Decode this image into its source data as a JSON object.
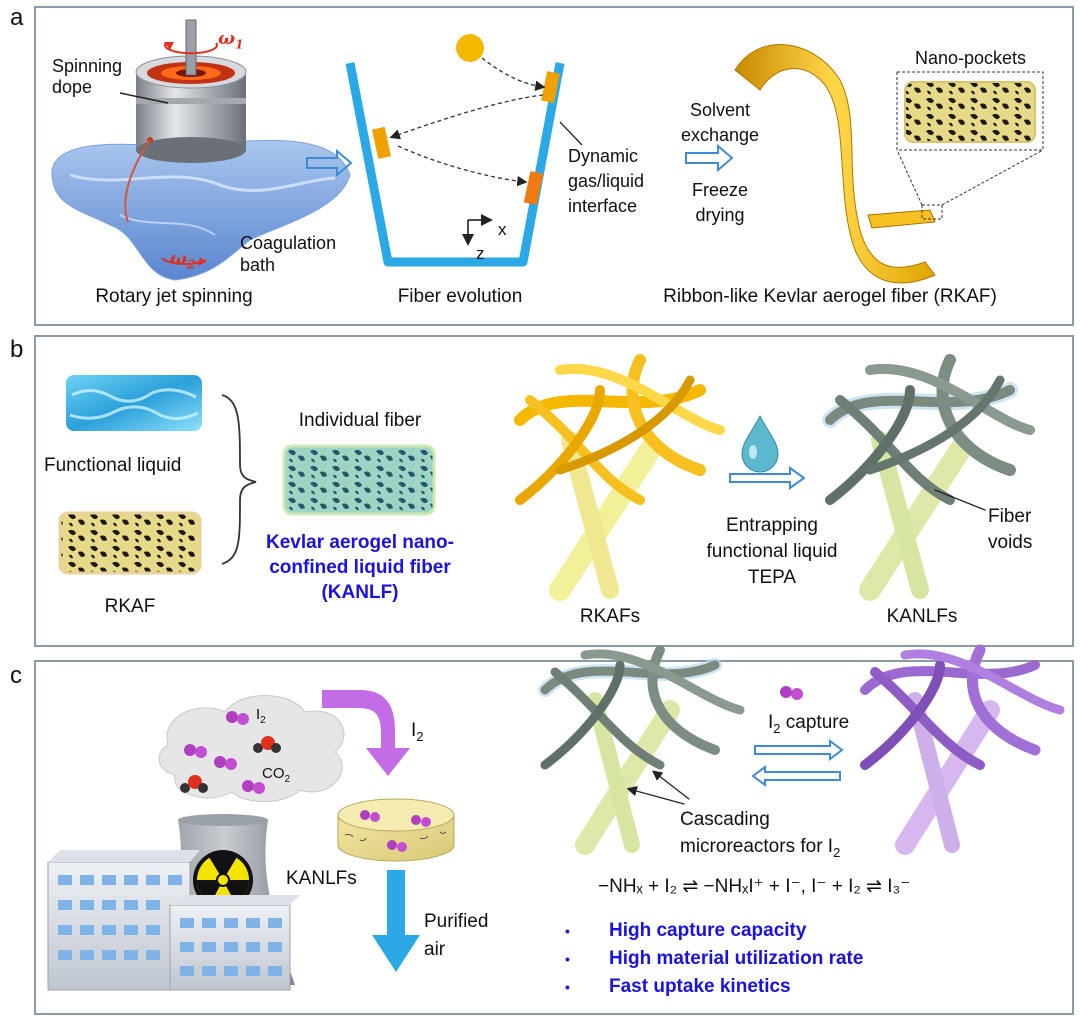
{
  "colors": {
    "panel_border": "#8a9aa8",
    "accent_blue": "#1a12e0",
    "arrow_blue": "#3d8ad6",
    "fiber_blue": "#2aa9e6",
    "ribbon_gold": "#f2b705",
    "iodine_purple": "#b03fbf"
  },
  "panel_a": {
    "label": "a",
    "spinning_dope": "Spinning dope",
    "omega1_sym": "ω",
    "omega1_sub": "1",
    "omega2_sym": "ω",
    "omega2_sub": "2",
    "coagulation": "Coagulation bath",
    "caption_spinning": "Rotary jet spinning",
    "axis_x": "x",
    "axis_z": "z",
    "interface": "Dynamic gas/liquid interface",
    "caption_evolution": "Fiber evolution",
    "solvent_exchange": "Solvent exchange",
    "freeze_drying": "Freeze drying",
    "nano_pockets": "Nano-pockets",
    "caption_rkaf": "Ribbon-like Kevlar aerogel fiber (RKAF)"
  },
  "panel_b": {
    "label": "b",
    "functional_liquid": "Functional liquid",
    "rkaf": "RKAF",
    "individual_fiber": "Individual fiber",
    "kanlf_title": "Kevlar aerogel nano-confined liquid fiber (KANLF)",
    "rkafs": "RKAFs",
    "entrapping": "Entrapping functional liquid TEPA",
    "fiber_voids": "Fiber voids",
    "kanlfs": "KANLFs"
  },
  "panel_c": {
    "label": "c",
    "i2_cloud_main": "I",
    "i2_cloud_sub": "2",
    "co2_main": "CO",
    "co2_sub": "2",
    "i2_arrow_main": "I",
    "i2_arrow_sub": "2",
    "kanlfs": "KANLFs",
    "purified_air": "Purified air",
    "capture_main": "I",
    "capture_sub": "2",
    "capture_rest": " capture",
    "cascading": "Cascading microreactors for I",
    "cascading_sub": "2",
    "equation": "−NHₓ + I₂ ⇌ −NHₓI⁺ + I⁻, I⁻ + I₂ ⇌ I₃⁻",
    "bullet_symbol": "•",
    "bullets": [
      "High capture capacity",
      "High material utilization rate",
      "Fast uptake kinetics"
    ]
  }
}
